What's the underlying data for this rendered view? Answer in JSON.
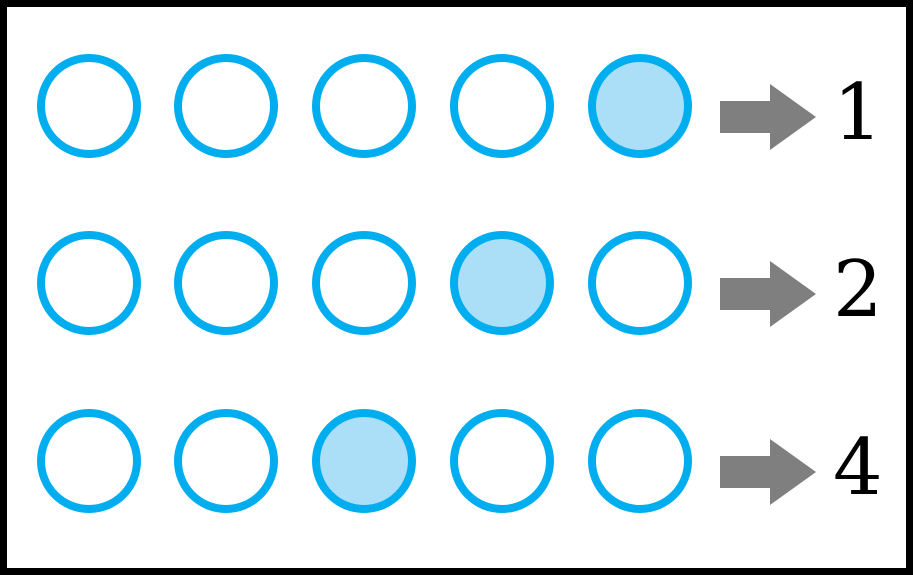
{
  "colors": {
    "frame_border": "#000000",
    "circle_stroke": "#00aeef",
    "circle_fill_empty": "#ffffff",
    "circle_fill_active": "#abdff8",
    "arrow_fill": "#7f7f7f",
    "text": "#000000"
  },
  "icons": {
    "arrow": "right-arrow-icon"
  },
  "rows": [
    {
      "circles_total": 5,
      "filled_index": 4,
      "value": "1"
    },
    {
      "circles_total": 5,
      "filled_index": 3,
      "value": "2"
    },
    {
      "circles_total": 5,
      "filled_index": 2,
      "value": "4"
    }
  ]
}
